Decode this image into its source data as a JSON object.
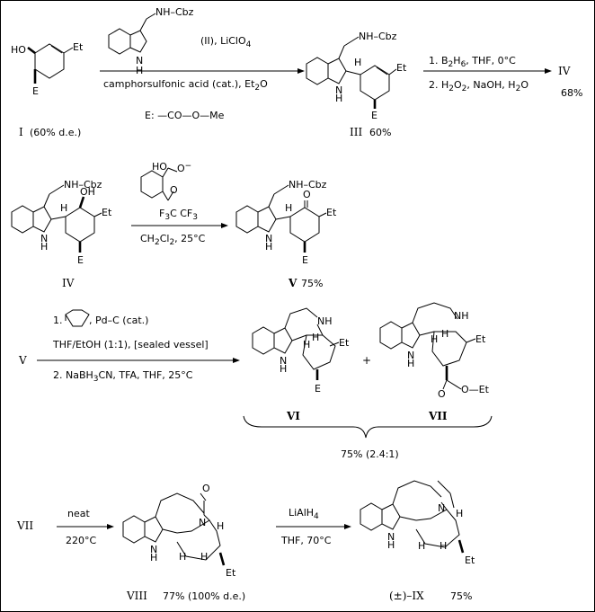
{
  "row1": {
    "cmpd_I_label": "I",
    "cmpd_I_note": "(60% d.e.)",
    "sub_HO": "HO",
    "sub_Et": "Et",
    "sub_E": "E",
    "indole_sidechain": "NH–Cbz",
    "indole_NH": "N",
    "indole_H": "H",
    "reagent_above": "(II), LiClO",
    "reagent_above_sub": "4",
    "reagent_below": "camphorsulfonic acid (cat.), Et",
    "reagent_below_sub": "2",
    "reagent_below_tail": "O",
    "E_def": "E:  —CO—O—Me",
    "cmpd_III_label": "III",
    "cmpd_III_yield": "60%",
    "step1": "1. B",
    "step1_b": "H",
    "step1_tail": ",  THF,  0°C",
    "step2": "2. H",
    "step2_b": "O",
    "step2_tail": ",  NaOH,  H",
    "step2_c": "O",
    "product_IV": "IV",
    "product_IV_yield": "68%",
    "H_mark": "H"
  },
  "row2": {
    "cmpd_IV_label": "IV",
    "OH": "OH",
    "HO": "HO",
    "O_minus": "O",
    "O_ring": "O",
    "CF3": "F",
    "oxid_cond": "CH",
    "oxid_cond_b": "Cl",
    "oxid_cond_tail": ",   25°C",
    "O_ketone": "O",
    "cmpd_V_label": "V",
    "cmpd_V_yield": "75%"
  },
  "row3": {
    "start": "V",
    "step1_prefix": "1.",
    "step1_cat": ",  Pd–C  (cat.)",
    "step1_solvent": "THF/EtOH  (1:1),  [sealed vessel]",
    "step2": "2.  NaBH",
    "step2_sub": "3",
    "step2_tail": "CN,  TFA,    THF,   25°C",
    "cmpd_VI_label": "VI",
    "cmpd_VII_label": "VII",
    "plus": "+",
    "NH": "NH",
    "ester": "O",
    "ester_tail": "Et",
    "yield_ratio": "75%  (2.4:1)"
  },
  "row4": {
    "start": "VII",
    "cond_above": "neat",
    "cond_below": "220°C",
    "O_lactam": "O",
    "N": "N",
    "cmpd_VIII_label": "VIII",
    "cmpd_VIII_yield": "77% (100% d.e.)",
    "reduct_above": "LiAlH",
    "reduct_above_sub": "4",
    "reduct_below": "THF,   70°C",
    "cmpd_IX_label": "(±)–IX",
    "cmpd_IX_yield": "75%"
  }
}
